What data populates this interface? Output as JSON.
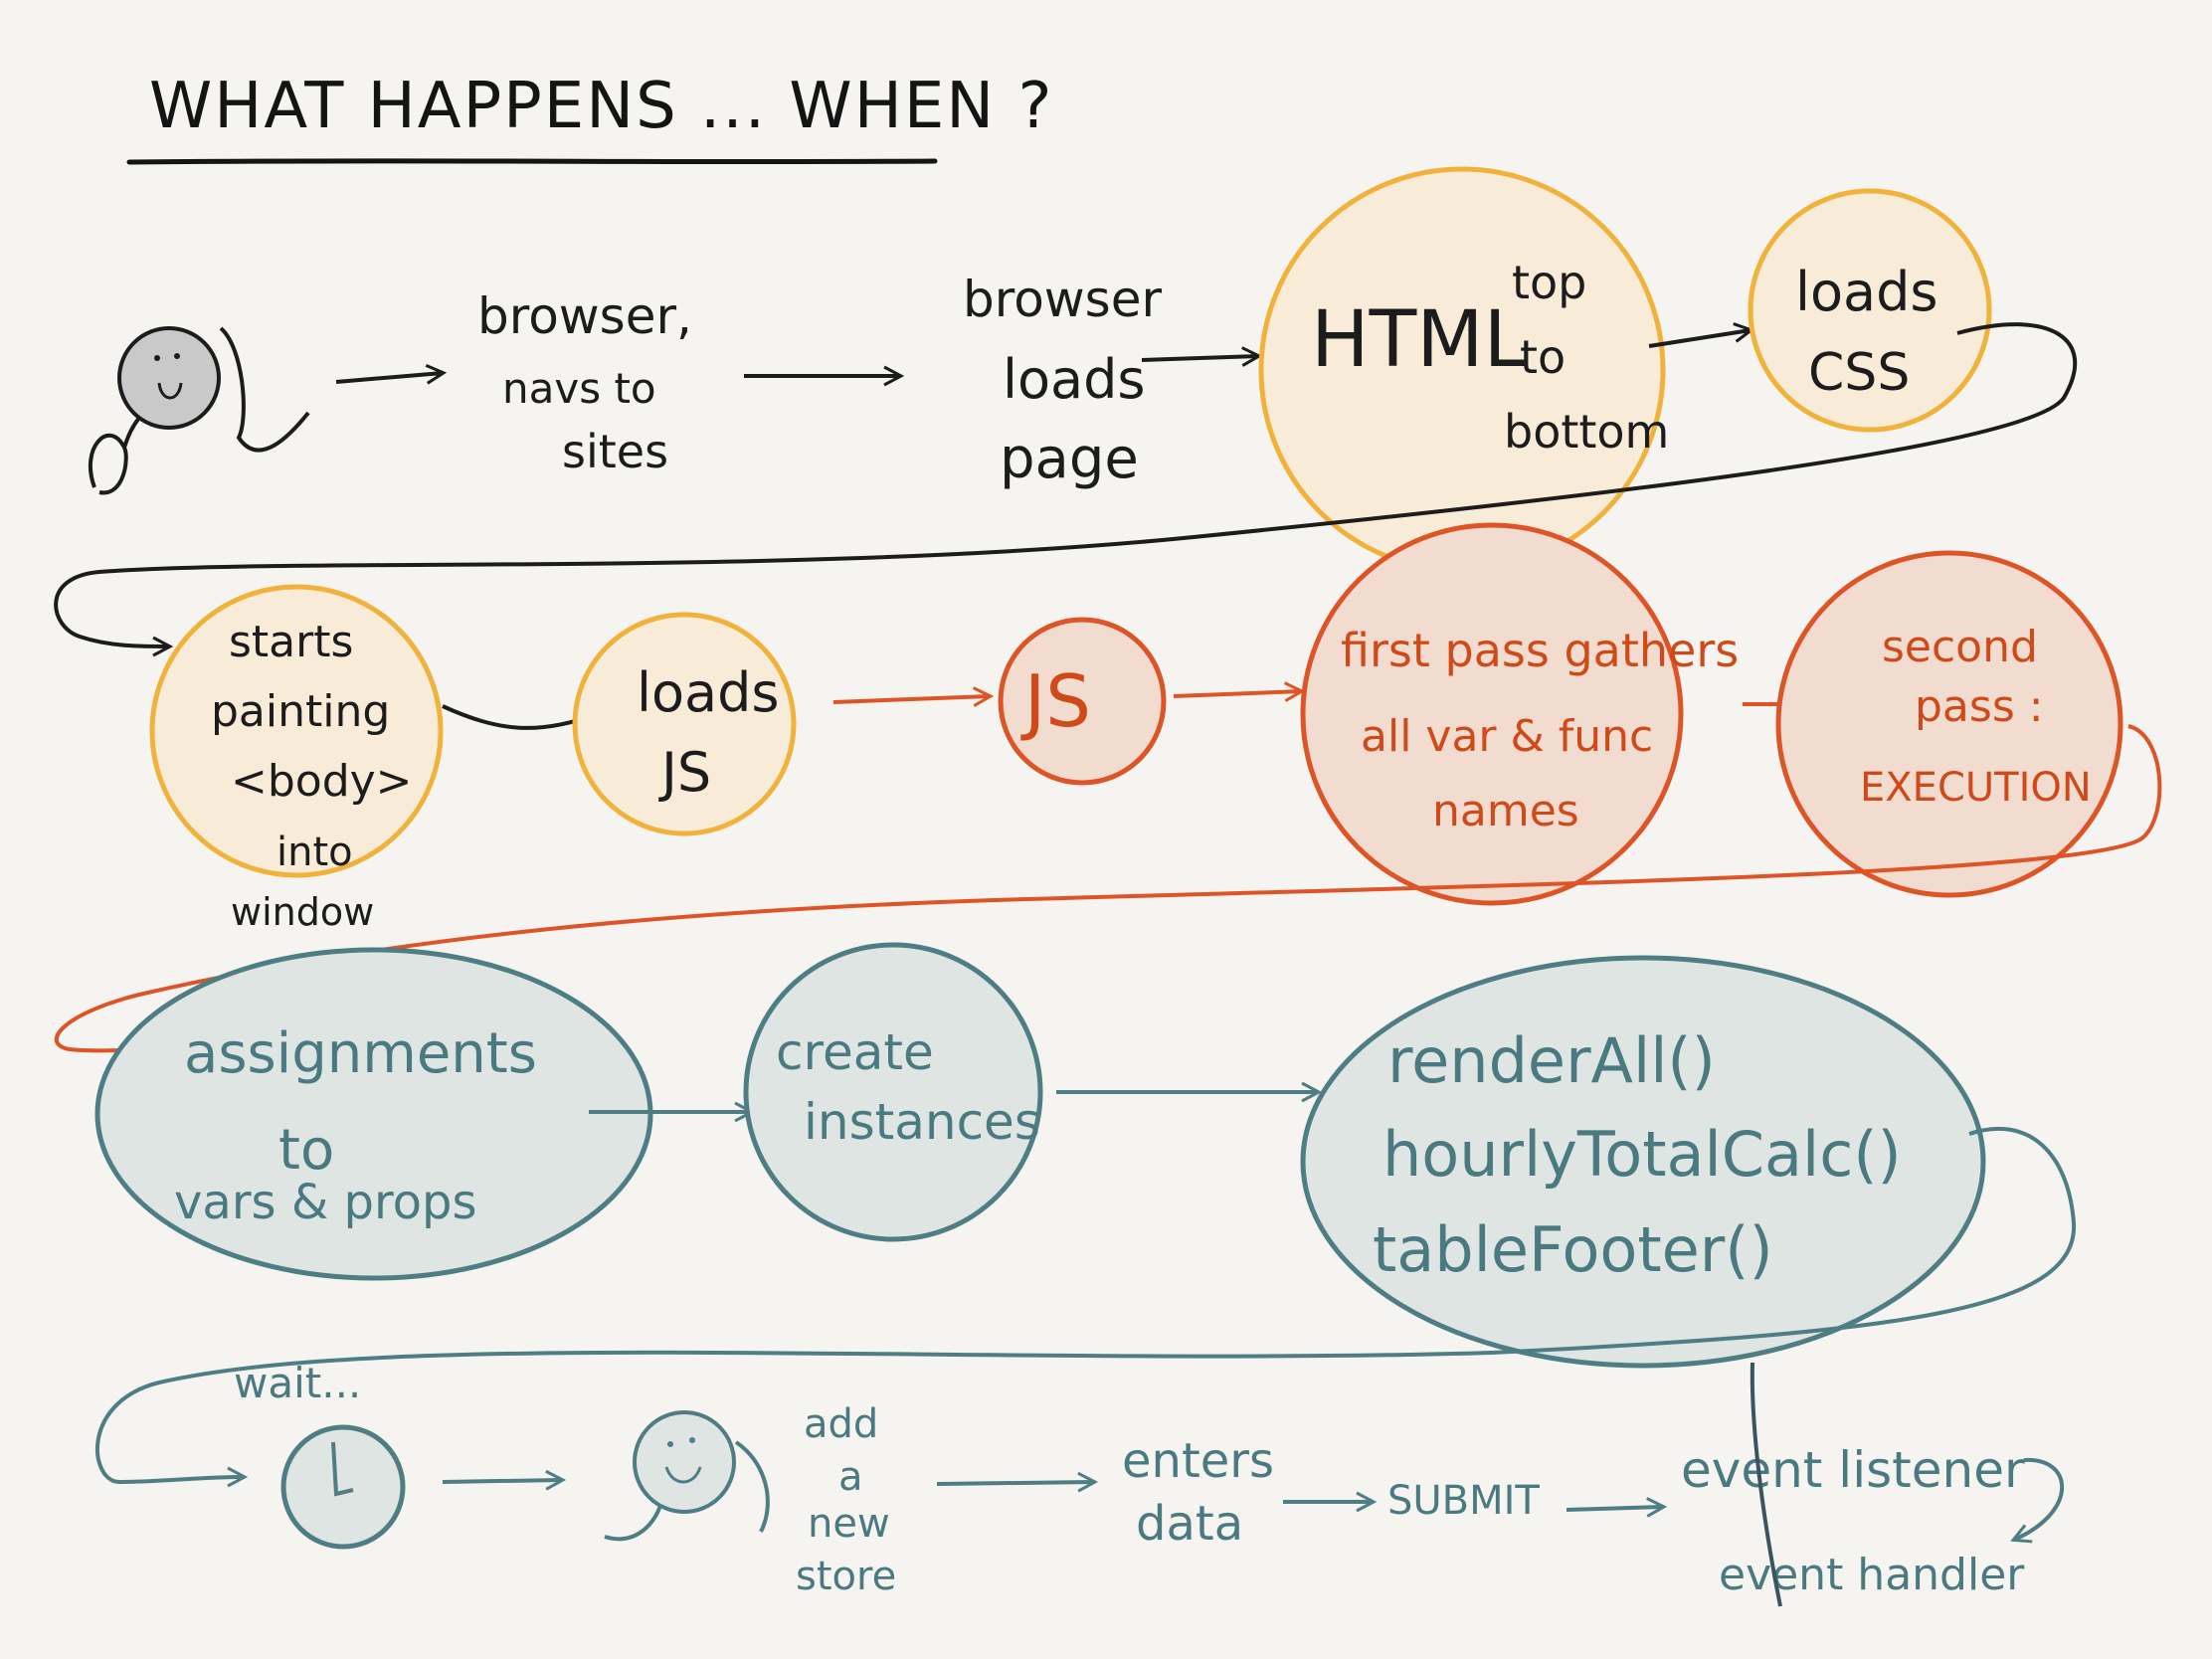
{
  "title": "WHAT HAPPENS ... WHEN ?",
  "colors": {
    "ink": "#1c1c1c",
    "yellow_stroke": "#f0b23a",
    "yellow_fill": "#f8ecd8",
    "orange_stroke": "#dd5426",
    "orange_fill": "#f2dcd0",
    "teal_stroke": "#4e7d84",
    "teal_fill": "#dee5e3",
    "background": "#f6f4f0"
  },
  "row1": {
    "user_icon": "smiley-user-icon",
    "browser_navs": [
      "browser,",
      "navs to",
      "sites"
    ],
    "browser_loads": [
      "browser",
      "loads",
      "page"
    ],
    "html": "HTML",
    "top_to_bottom": [
      "top",
      "to",
      "bottom"
    ],
    "loads_css": [
      "loads",
      "CSS"
    ]
  },
  "row2": {
    "starts_painting": [
      "starts",
      "painting",
      "<body>",
      "into",
      "window"
    ],
    "loads_js": [
      "loads",
      "JS"
    ],
    "js": "JS",
    "first_pass": [
      "first pass gathers",
      "all var & func",
      "names"
    ],
    "second_pass": [
      "second",
      "pass :",
      "EXECUTION"
    ]
  },
  "row3": {
    "assignments": [
      "assignments",
      "to",
      "vars & props"
    ],
    "create_instances": [
      "create",
      "instances"
    ],
    "functions": [
      "renderAll()",
      "hourlyTotalCalc()",
      "tableFooter()"
    ]
  },
  "row4": {
    "wait": "wait...",
    "clock_icon": "clock-icon",
    "user_icon": "smiley-user-icon",
    "add_store": [
      "add",
      "a",
      "new",
      "store"
    ],
    "enters_data": [
      "enters",
      "data"
    ],
    "submit": "SUBMIT",
    "event_listener": "event listener",
    "event_handler": "event handler"
  }
}
